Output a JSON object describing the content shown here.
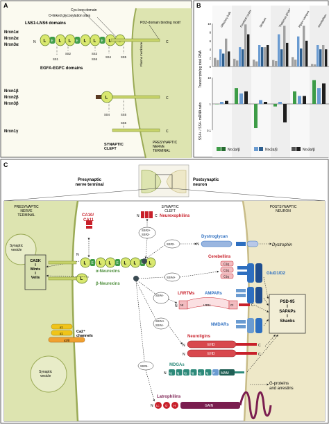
{
  "panel_a": {
    "letter": "A",
    "top_labels": {
      "cys_loop": "Cys-loop domain",
      "o_linked": "O-linked glycosylation sites",
      "lns": "LNS1-LNS6 domains",
      "pdz": "PDZ-domain binding motif",
      "egfa": "EGFA-EGFC domains",
      "plasma_membrane": "Plasma membrane"
    },
    "alpha_names": [
      "Nrxn1α",
      "Nrxn2α",
      "Nrxn3α"
    ],
    "beta_names": [
      "Nrxn1β",
      "Nrxn2β",
      "Nrxn3β"
    ],
    "gamma_name": "Nrxn1γ",
    "alpha_domains": [
      "L",
      "E",
      "L",
      "L",
      "E",
      "L",
      "L",
      "E",
      "L",
      "L"
    ],
    "beta_domains": [
      "L"
    ],
    "gamma_domains": [],
    "n_label": "N",
    "c_label": "C",
    "sites_top": [
      "SS2",
      "SS3",
      "SS4",
      "SS5"
    ],
    "sites_bottom": [
      "SS1",
      "SS6"
    ],
    "beta_sites": [
      "SS4",
      "SS5"
    ],
    "gamma_sites": [
      "SS5"
    ],
    "synaptic_cleft": "SYNAPTIC\nCLEFT",
    "presynaptic_terminal": "PRESYNAPTIC\nNERVE\nTERMINAL"
  },
  "panel_b": {
    "letter": "B",
    "regions": [
      "Olfactory bulb",
      "Cerebral cortex",
      "Striatum",
      "Thalamus (PVN)",
      "Hippo-campus",
      "Cerebellum"
    ],
    "top_ylabel": "Transcripts/pg total RNA",
    "top_ticks": [
      "10",
      "8",
      "6",
      "4",
      "2",
      "0"
    ],
    "bottom_ylabel": "SS4+ / SS4- mRNA ratio",
    "bottom_ticks": [
      "10",
      "1",
      "0.1"
    ],
    "legend": [
      "Nrx1α/β",
      "Nrx2α/β",
      "Nrx3α/β"
    ],
    "colors": {
      "nrx1_alpha": "#3d9c47",
      "nrx1_beta": "#256b2f",
      "nrx2_alpha": "#6a9bd1",
      "nrx2_beta": "#2e5f8f",
      "nrx3_alpha": "#555555",
      "nrx3_beta": "#1e1e1e",
      "bar_gray": "#a0a0a0"
    }
  },
  "panel_c": {
    "letter": "C",
    "presynaptic_header": "Presynaptic\nnerve terminal",
    "postsynaptic_header": "Postsynaptic\nneuron",
    "col_pre": "PRESYNAPTIC\nNERVE\nTERMINAL",
    "col_cleft": "SYNAPTIC\nCLEFT",
    "col_post": "POSTSYNAPTIC\nNEURON",
    "synaptic_vesicle": "Synaptic\nvesicle",
    "cask": "CASK\nI\nMints\nI\nVelis",
    "ca_channels": "Ca2⁺\nchannels",
    "channel_labels": [
      "α1",
      "α1",
      "α2/δ"
    ],
    "ca10": "CA10/\nCA11",
    "alpha_neurexins": "α-Neurexins",
    "beta_neurexins": "β-Neurexins",
    "neurexophilins": "Neurexophilins",
    "dystroglycan": "Dystroglycan",
    "dystrophin": "Dystrophin",
    "cerebellins": "Cerebellins",
    "c1q": "C1q",
    "glud": "GluD1/D2",
    "ampars": "AMPARs",
    "lrrtms": "LRRTMs",
    "nmdars": "NMDARs",
    "neuroligins": "Neuroligins",
    "ehd": "EHD",
    "mdgas": "MDGAs",
    "mam": "MAM",
    "latrophilins": "Latrophilins",
    "gain": "GAIN",
    "g_proteins": "G-proteins\nand arrestins",
    "psd95": "PSD-95\nI\nSAPAPs\nI\nShanks",
    "ss_labels": [
      "SS#2+",
      "SS#2-",
      "SS#2-",
      "SS#4+",
      "SS#4-",
      "SS#4+",
      "SS#4-",
      "SS#4-"
    ],
    "alpha_domains": [
      "L",
      "E",
      "L",
      "L",
      "E",
      "L",
      "L",
      "E",
      "L"
    ],
    "lrr": "LRRs",
    "nt": "Nt",
    "ct": "Ct",
    "lec_ol_h": [
      "Lc",
      "O",
      "H"
    ],
    "ig_labels": [
      "Ig",
      "Ig",
      "Ig",
      "Ig",
      "Ig",
      "Ig",
      "F"
    ],
    "colors": {
      "red": "#c8202a",
      "blue": "#2e6fc0",
      "green": "#4c8d3a",
      "lime": "#d9e86f",
      "pink": "#f2bcc0",
      "beige": "#eee8c8",
      "gold": "#f0c419",
      "orange": "#f0a030",
      "purple": "#7a1d4f",
      "teal": "#2d8a7a",
      "olive": "#6d8a2c"
    }
  }
}
